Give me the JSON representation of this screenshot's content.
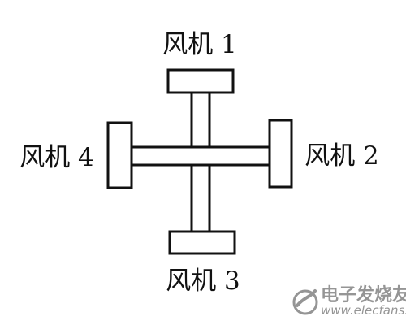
{
  "labels": {
    "fan1": "风机 1",
    "fan2": "风机 2",
    "fan3": "风机 3",
    "fan4": "风机 4"
  },
  "watermark": {
    "brand": "电子发烧友",
    "url": "www.elecfans.com"
  },
  "colors": {
    "line": "#111111",
    "background": "#ffffff",
    "watermark": "#8a8a8a"
  }
}
